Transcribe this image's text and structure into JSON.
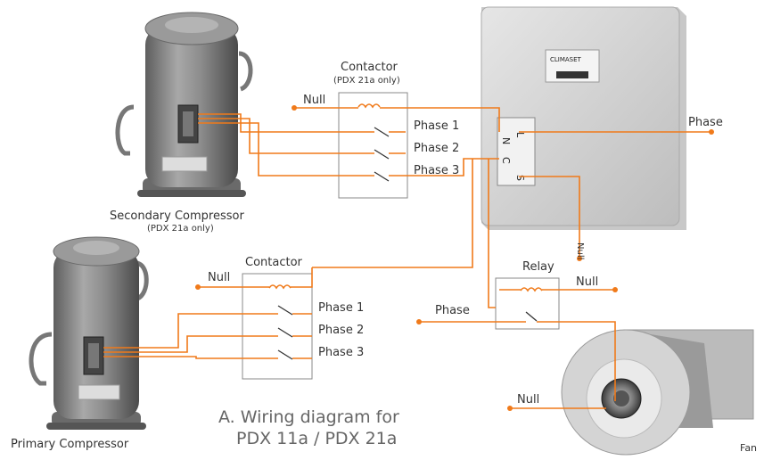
{
  "diagram": {
    "title_line1": "A. Wiring diagram for",
    "title_line2": "PDX 11a / PDX 21a",
    "secondary_compressor": {
      "label": "Secondary Compressor",
      "note": "(PDX 21a only)"
    },
    "primary_compressor": {
      "label": "Primary Compressor"
    },
    "contactor_top": {
      "label": "Contactor",
      "note": "(PDX 21a only)",
      "null": "Null",
      "phases": [
        "Phase 1",
        "Phase 2",
        "Phase 3"
      ]
    },
    "contactor_bottom": {
      "label": "Contactor",
      "null": "Null",
      "phases": [
        "Phase 1",
        "Phase 2",
        "Phase 3"
      ]
    },
    "control_unit": {
      "brand": "CLIMASET",
      "terminals": [
        "L",
        "N",
        "C",
        "S"
      ]
    },
    "relay": {
      "label": "Relay",
      "null": "Null",
      "phase": "Phase"
    },
    "supply_phase": "Phase",
    "control_null": "Null",
    "fan": {
      "label": "Fan",
      "null": "Null"
    },
    "colors": {
      "wire": "#f07a1a",
      "compressor_body": "#8a8a8a",
      "housing": "#d8d8d8"
    }
  }
}
